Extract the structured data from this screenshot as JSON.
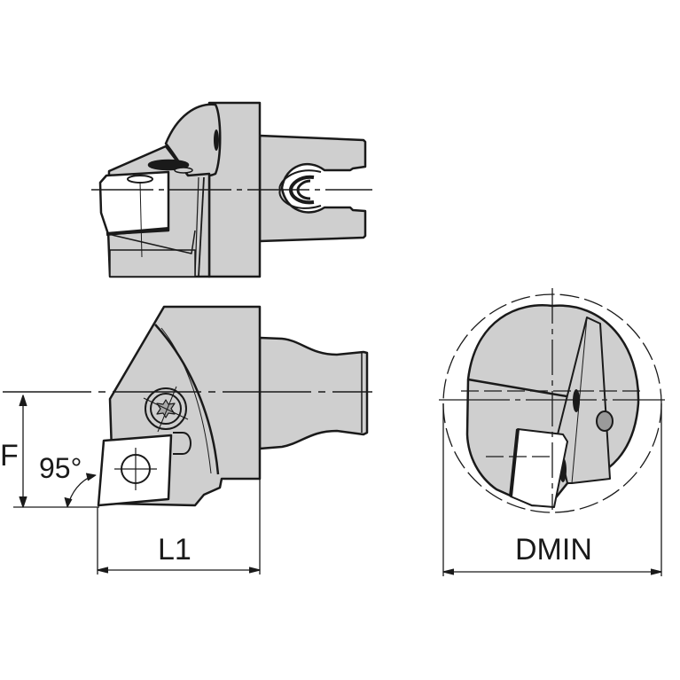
{
  "drawing": {
    "type": "tool holder technical drawing",
    "views": [
      "top-view",
      "front-view",
      "end-view"
    ],
    "colors": {
      "body_fill": "#cfcfcf",
      "insert_fill": "#ffffff",
      "outline": "#1a1a1a",
      "background": "#ffffff",
      "pin_fill": "#9a9a9a"
    }
  },
  "dimensions": {
    "F": "F",
    "angle": "95°",
    "L1": "L1",
    "DMIN": "DMIN"
  }
}
